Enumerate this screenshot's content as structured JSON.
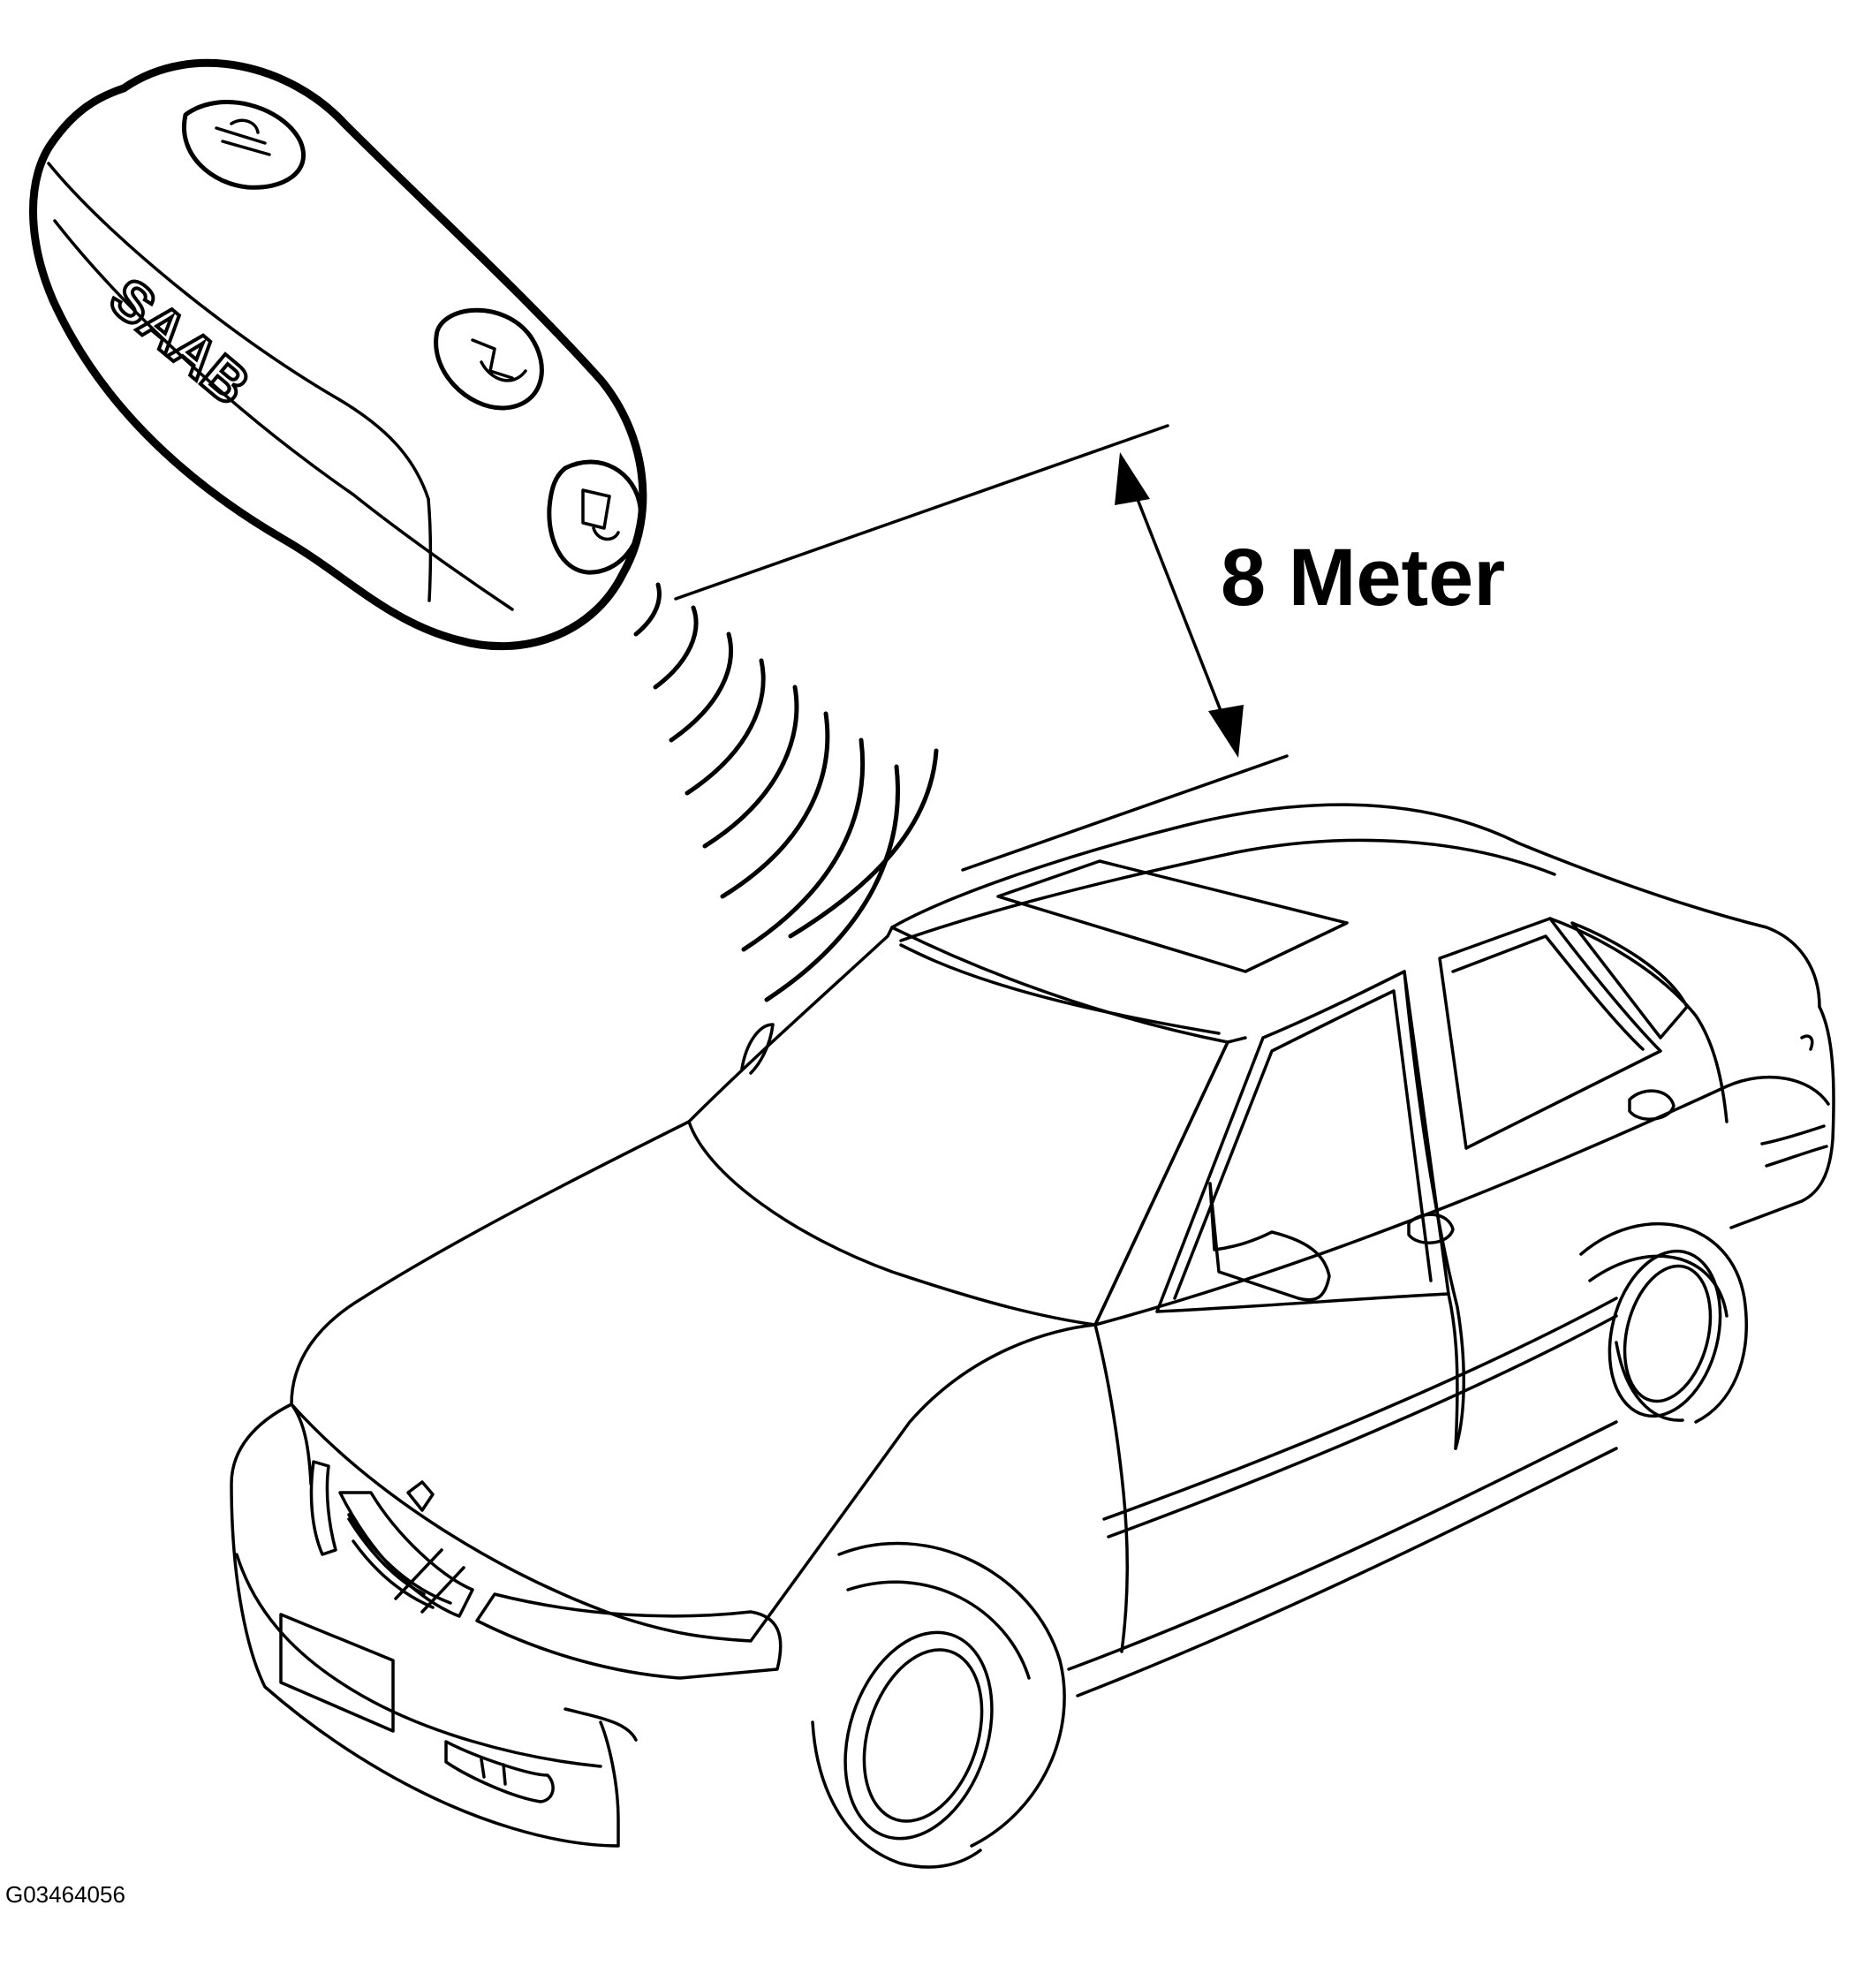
{
  "diagram": {
    "distance_label": "8 Meter",
    "figure_code": "G03464056",
    "brand_text": "SAAB",
    "colors": {
      "line": "#000000",
      "background": "#ffffff"
    },
    "icons": {
      "remote": "key-fob-icon",
      "signal": "radio-signal-icon",
      "car": "sedan-car-icon",
      "arrow": "double-headed-arrow-icon",
      "fob_buttons": [
        "trunk-release-icon",
        "unlock-icon",
        "lock-icon"
      ]
    }
  }
}
